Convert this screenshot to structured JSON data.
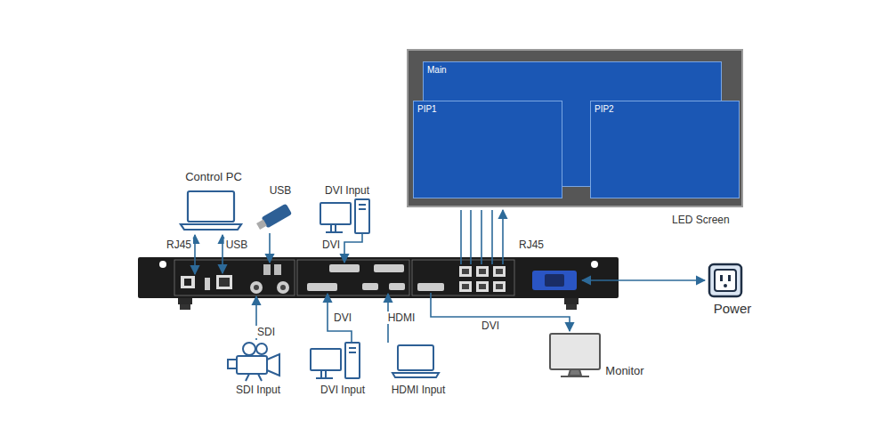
{
  "diagram": {
    "nodes": [
      {
        "text": [
          "LED Screen"
        ]
      },
      {
        "text": [
          "Main"
        ],
        "in": 0
      },
      {
        "text": [
          "PIP1"
        ],
        "in": 0
      },
      {
        "text": [
          "PIP2"
        ],
        "in": 0
      }
    ],
    "labels": [
      "Control PC",
      "USB",
      "DVI Input",
      "RJ45",
      "USB",
      "DVI",
      "RJ45",
      "Power",
      "SDI",
      "DVI",
      "HDMI",
      "DVI",
      "SDI Input",
      "DVI Input",
      "HDMI Input",
      "Monitor"
    ]
  }
}
